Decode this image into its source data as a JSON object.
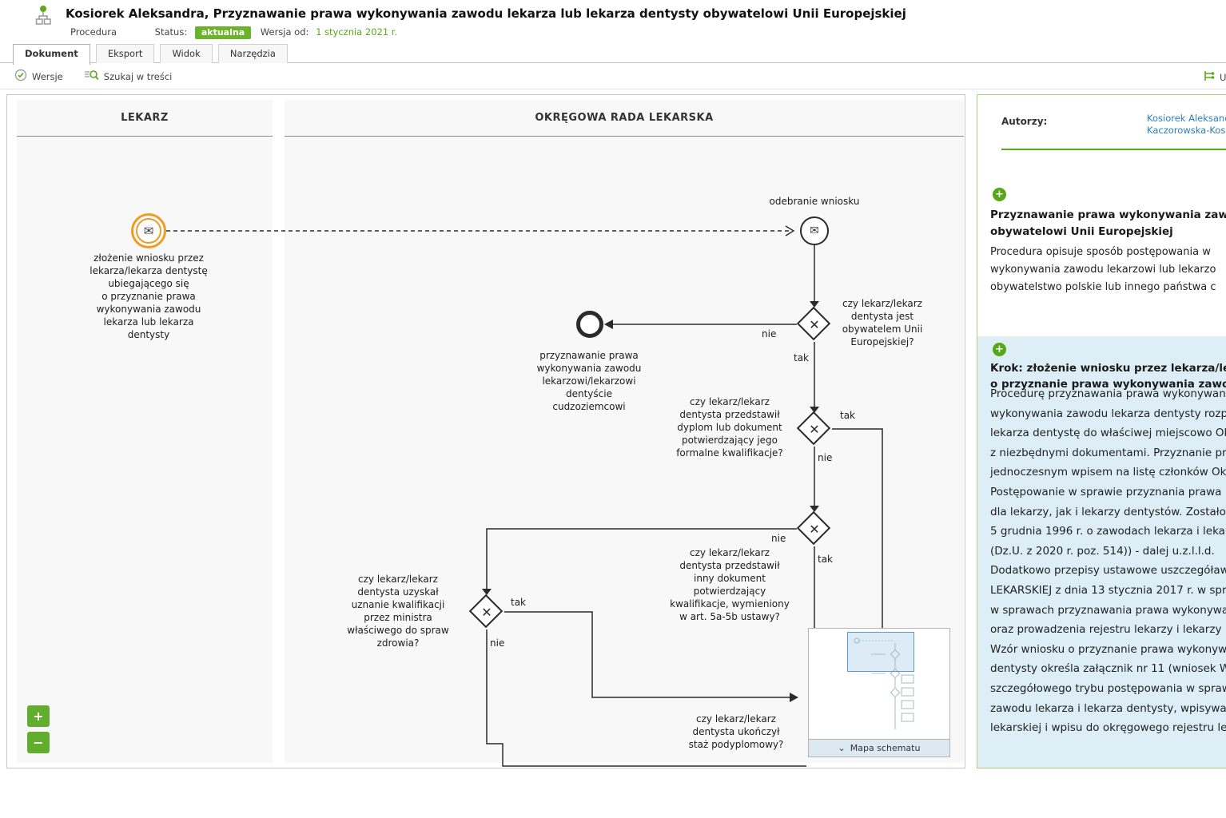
{
  "icons": {
    "envelope": "✉",
    "gateway_x": "✕",
    "chevron_down": "⌄",
    "plus": "+",
    "zoom_in": "+",
    "zoom_out": "−"
  },
  "header": {
    "title": "Kosiorek Aleksandra, Przyznawanie prawa wykonywania zawodu lekarza lub lekarza dentysty obywatelowi Unii Europejskiej",
    "doc_type": "Procedura",
    "status_label": "Status:",
    "status_value": "aktualna",
    "version_label": "Wersja od:",
    "version_value": "1 stycznia 2021 r."
  },
  "tabs": [
    {
      "label": "Dokument",
      "active": true
    },
    {
      "label": "Eksport",
      "active": false
    },
    {
      "label": "Widok",
      "active": false
    },
    {
      "label": "Narzędzia",
      "active": false
    }
  ],
  "toolbar": {
    "versions": "Wersje",
    "search": "Szukaj w treści",
    "right_partial": "U"
  },
  "diagram": {
    "lanes": [
      "LEKARZ",
      "OKRĘGOWA RADA LEKARSKA"
    ],
    "nodes": {
      "start_label": "złożenie wniosku przez\nlekarza/lekarza dentystę\nubiegającego się\no przyznanie prawa\nwykonywania zawodu\nlekarza lub lekarza\ndentysty",
      "receive_label": "odebranie wniosku",
      "gateway1_label": "czy lekarz/lekarz\ndentysta jest\nobywatelem Unii\nEuropejskiej?",
      "end_label": "przyznawanie prawa\nwykonywania zawodu\nlekarzowi/lekarzowi\ndentyście\ncudzoziemcowi",
      "gateway2_label": "czy lekarz/lekarz\ndentysta przedstawił\ndyplom lub dokument\npotwierdzający jego\nformalne kwalifikacje?",
      "gateway3_label": "czy lekarz/lekarz\ndentysta przedstawił\ninny dokument\npotwierdzający\nkwalifikacje, wymieniony\nw art. 5a-5b ustawy?",
      "gateway4_label": "czy lekarz/lekarz\ndentysta uzyskał\nuznanie kwalifikacji\nprzez ministra\nwłaściwego do spraw\nzdrowia?",
      "gateway5_label": "czy lekarz/lekarz\ndentysta ukończył\nstaż podyplomowy?"
    },
    "edge_labels": {
      "tak": "tak",
      "nie": "nie"
    },
    "minimap": {
      "label": "Mapa schematu"
    }
  },
  "sidebar": {
    "authors_label": "Autorzy:",
    "authors": "Kosiorek Aleksandra,\nKaczorowska-Kossowsk",
    "intro": {
      "title": "Przyznawanie prawa wykonywania zawod\nobywatelowi Unii Europejskiej",
      "body": "Procedura opisuje sposób postępowania w\nwykonywania zawodu lekarzowi lub lekarzo\nobywatelstwo polskie lub innego państwa c"
    },
    "step": {
      "title": "Krok: złożenie wniosku przez lekarza/leka\no przyznanie prawa wykonywania zawodu",
      "body": "Procedurę przyznawania prawa wykonywan\nwykonywania zawodu lekarza dentysty rozp\nlekarza dentystę do właściwej miejscowo Ok\nz niezbędnymi dokumentami. Przyznanie pr\njednoczesnym wpisem na listę członków Ok\nPostępowanie w sprawie przyznania prawa\ndla lekarzy, jak i lekarzy dentystów. Zostało\n5 grudnia 1996 r. o zawodach lekarza i leka\n(Dz.U. z 2020 r. poz. 514)) - dalej u.z.l.l.d.\nDodatkowo przepisy ustawowe uszczegóław\nLEKARSKIEJ z dnia 13 stycznia 2017 r. w spra\nw sprawach przyznawania prawa wykonywa\noraz prowadzenia rejestru lekarzy i lekarzy\nWzór wniosku o przyznanie prawa wykonyw\ndentysty określa załącznik nr 11 (wniosek W\nszczegółowego trybu postępowania w spraw\nzawodu lekarza i lekarza dentysty, wpisywa\nlekarskiej i wpisu do okręgowego rejestru le"
    }
  }
}
